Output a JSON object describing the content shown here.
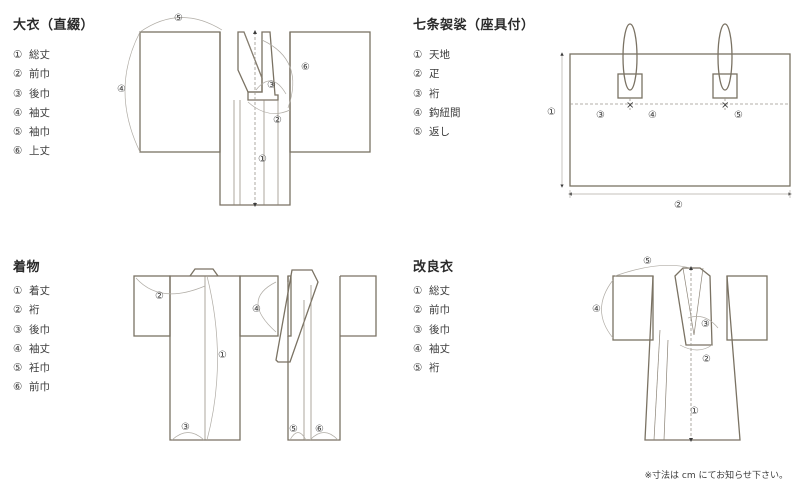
{
  "sections": {
    "ooe": {
      "title": "大衣（直綴）",
      "items": [
        {
          "num": "①",
          "label": "総丈"
        },
        {
          "num": "②",
          "label": "前巾"
        },
        {
          "num": "③",
          "label": "後巾"
        },
        {
          "num": "④",
          "label": "袖丈"
        },
        {
          "num": "⑤",
          "label": "袖巾"
        },
        {
          "num": "⑥",
          "label": "上丈"
        }
      ]
    },
    "kesa": {
      "title": "七条袈裟（座具付）",
      "items": [
        {
          "num": "①",
          "label": "天地"
        },
        {
          "num": "②",
          "label": "疋"
        },
        {
          "num": "③",
          "label": "裄"
        },
        {
          "num": "④",
          "label": "鈎紐間"
        },
        {
          "num": "⑤",
          "label": "返し"
        }
      ]
    },
    "kimono": {
      "title": "着物",
      "items": [
        {
          "num": "①",
          "label": "着丈"
        },
        {
          "num": "②",
          "label": "裄"
        },
        {
          "num": "③",
          "label": "後巾"
        },
        {
          "num": "④",
          "label": "袖丈"
        },
        {
          "num": "⑤",
          "label": "衽巾"
        },
        {
          "num": "⑥",
          "label": "前巾"
        }
      ]
    },
    "kairyoe": {
      "title": "改良衣",
      "items": [
        {
          "num": "①",
          "label": "総丈"
        },
        {
          "num": "②",
          "label": "前巾"
        },
        {
          "num": "③",
          "label": "後巾"
        },
        {
          "num": "④",
          "label": "袖丈"
        },
        {
          "num": "⑤",
          "label": "裄"
        }
      ]
    }
  },
  "footnote": "※寸法は cm にてお知らせ下さい。",
  "colors": {
    "outline": "#7a7263",
    "text": "#3c3c3c"
  }
}
